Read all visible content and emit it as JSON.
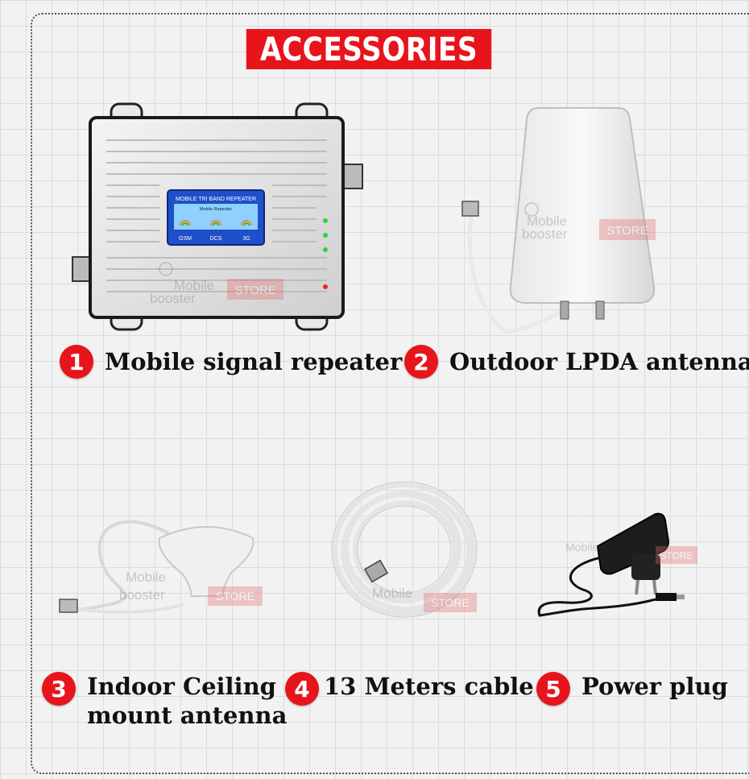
{
  "banner": {
    "title": "ACCESSORIES"
  },
  "items": [
    {
      "number": "1",
      "label": "Mobile signal repeater"
    },
    {
      "number": "2",
      "label": "Outdoor LPDA antenna"
    },
    {
      "number": "3",
      "label_line1": "Indoor Ceiling",
      "label_line2": "mount antenna"
    },
    {
      "number": "4",
      "label": "13 Meters cable"
    },
    {
      "number": "5",
      "label": "Power plug"
    }
  ],
  "repeater": {
    "panel_title": "MOBILE TRI BAND REPEATER",
    "panel_subtitle": "Mobile Repeater",
    "bands": [
      "GSM",
      "DCS",
      "3G"
    ]
  },
  "watermark": {
    "brand_line1": "Mobile",
    "brand_line2": "booster",
    "store": "STORE"
  },
  "colors": {
    "accent": "#e8141c",
    "screen": "#1f4fc9"
  }
}
